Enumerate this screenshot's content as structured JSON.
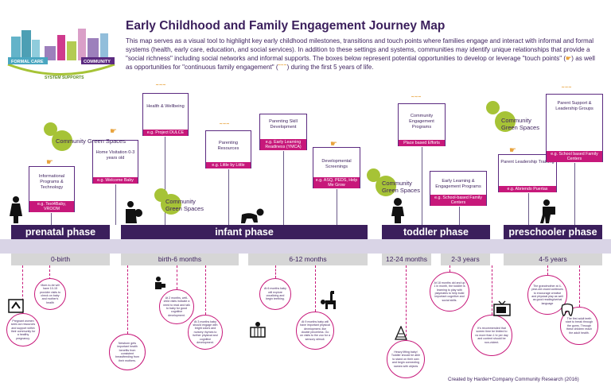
{
  "title": "Early Childhood and Family Engagement Journey Map",
  "intro": {
    "part1": "This map serves as a visual tool to highlight key early childhood milestones, transitions and touch points where families engage and interact with informal and formal systems (health, early care, education, and social services). In addition to these settings and systems, communities may identify unique relationships that provide a \"social richness\" including social networks and informal supports. The boxes below represent potential opportunities to develop or leverage \"touch points\" (",
    "part2": ") as well as opportunities for \"continuous family engagement\" (",
    "part3": ") during the first 5 years of life."
  },
  "logo": {
    "formal_care": "FORMAL CARE",
    "community": "COMMUNITY",
    "system_supports": "SYSTEM SUPPORTS"
  },
  "phases": [
    "prenatal phase",
    "infant phase",
    "toddler phase",
    "preschooler phase"
  ],
  "ages": [
    "0-birth",
    "birth-6 months",
    "6-12 months",
    "12-24 months",
    "2-3 years",
    "4-5 years"
  ],
  "boxes": [
    {
      "label": "Informational Programs & Technology",
      "eg": "e.g. Text4Baby, VROOM"
    },
    {
      "label": "Home Visitation 0-3 years old",
      "eg": "e.g. Welcome Baby"
    },
    {
      "label": "Health & Wellbeing",
      "eg": "e.g. Project DULCE"
    },
    {
      "label": "Parenting Resources",
      "eg": "e.g. Little by Little"
    },
    {
      "label": "Parenting Skill Development",
      "eg": "e.g. Early Learning Readiness (YMCA)"
    },
    {
      "label": "Developmental Screenings",
      "eg": "e.g. ASQ, PEDS, Help Me Grow"
    },
    {
      "label": "Community Engagement Programs",
      "eg": "Place based Efforts"
    },
    {
      "label": "Early Learning & Engagement Programs",
      "eg": "e.g. School-based Family Centers"
    },
    {
      "label": "Parent Leadership Training",
      "eg": "e.g. Abriendo Puertas"
    },
    {
      "label": "Parent Support & Leadership Groups",
      "eg": "e.g. School based Family Centers"
    }
  ],
  "green": "Community Green Spaces",
  "circles": [
    "Pregnant women seek out resources and support within their community for a healthy pregnancy.",
    "Mom-to-be will have 10-15 provider visits to check on baby and mother's health",
    "Newborn gets important health benefits from consistent breastfeeding from their mothers.",
    "At 2 months, well-child visits indicate a need to read and talk to baby for good cognitive development.",
    "At 3 months baby should engage with bright colors and nursery rhymes to further physical and cognitive development.",
    "At 6 months baby will explore vocalizing and begin teething.",
    "At 9 months baby will have important physical development, like double pincerless. Go on visits to the zoo for a sensory stimuli.",
    "Heavy lifting baby! Toddler should be able to stand on their own and begin connecting names with objects",
    "At 18 months old and up 1 in month, the toddler is learning to play with playmates to help build important cognitive and social skills.",
    "It's recommended that screen time be limited to no more than 1 hr per day and content should be non-violent.",
    "The grandmother at 4-year-old crowd continues to encourage creative and physical play as well as good reading/verbal language",
    "The first adult teeth start to break through the gums. Through these children reach the adult health."
  ],
  "credit": "Created by Harder+Company Community Research (2016)",
  "colors": {
    "purple": "#3b1f5c",
    "magenta": "#c7187a",
    "green": "#a6c336",
    "orange": "#e8a33d",
    "band": "#d9d4e6"
  }
}
